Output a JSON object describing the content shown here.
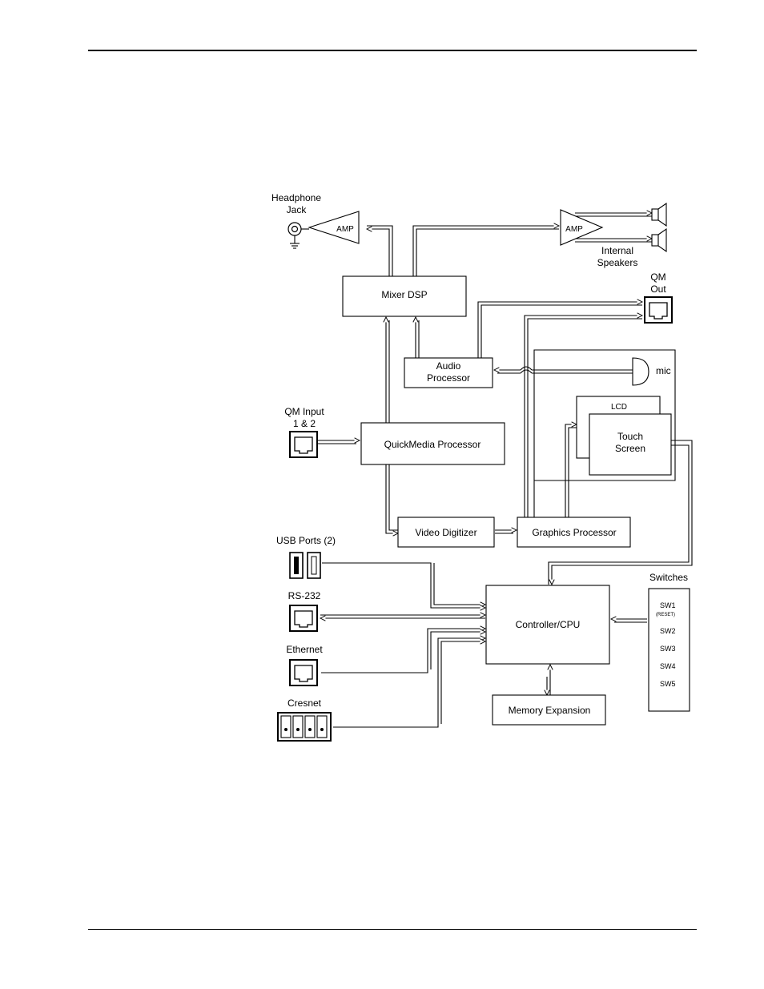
{
  "blocks": {
    "mixer_dsp": "Mixer DSP",
    "audio_processor_line1": "Audio",
    "audio_processor_line2": "Processor",
    "quickmedia_processor": "QuickMedia Processor",
    "video_digitizer": "Video Digitizer",
    "graphics_processor": "Graphics Processor",
    "controller_cpu": "Controller/CPU",
    "memory_expansion": "Memory Expansion",
    "lcd": "LCD",
    "touch_screen_line1": "Touch",
    "touch_screen_line2": "Screen",
    "amp_left": "AMP",
    "amp_right": "AMP"
  },
  "connectors": {
    "headphone_line1": "Headphone",
    "headphone_line2": "Jack",
    "internal_speakers_line1": "Internal",
    "internal_speakers_line2": "Speakers",
    "qm_out_line1": "QM",
    "qm_out_line2": "Out",
    "mic": "mic",
    "qm_input_line1": "QM Input",
    "qm_input_line2": "1 & 2",
    "usb_ports": "USB Ports (2)",
    "rs232": "RS-232",
    "ethernet": "Ethernet",
    "cresnet": "Cresnet"
  },
  "switches": {
    "title": "Switches",
    "items": [
      "SW1",
      "SW2",
      "SW3",
      "SW4",
      "SW5"
    ],
    "sw1_note": "(RESET)"
  }
}
